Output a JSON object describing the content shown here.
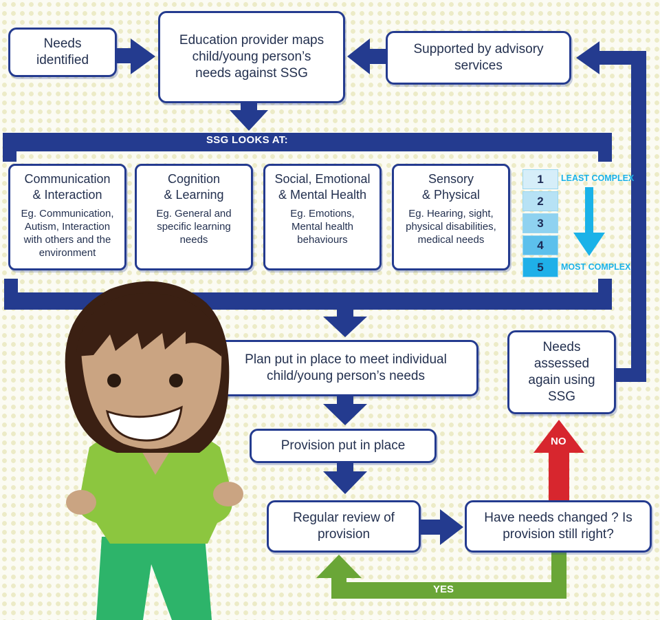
{
  "flow": {
    "needs_identified": "Needs identified",
    "education_provider": "Education provider maps child/young person’s needs against SSG",
    "supported_by": "Supported by advisory services",
    "ssg_looks_at": "SSG LOOKS AT:",
    "plan": "Plan put in place to meet individual child/young person’s needs",
    "provision": "Provision put in place",
    "regular_review": "Regular review of provision",
    "have_needs_changed": "Have needs changed ? Is provision still right?",
    "needs_assessed": "Needs assessed again using SSG",
    "no_label": "NO",
    "yes_label": "YES"
  },
  "categories": [
    {
      "title": "Communication\n& Interaction",
      "desc": "Eg. Communication,\nAutism, Interaction\nwith others and the\nenvironment"
    },
    {
      "title": "Cognition\n& Learning",
      "desc": "Eg. General and\nspecific learning\nneeds"
    },
    {
      "title": "Social, Emotional\n& Mental Health",
      "desc": "Eg. Emotions,\nMental health\nbehaviours"
    },
    {
      "title": "Sensory\n& Physical",
      "desc": "Eg. Hearing, sight,\nphysical disabilities,\nmedical needs"
    }
  ],
  "scale": {
    "levels": [
      "1",
      "2",
      "3",
      "4",
      "5"
    ],
    "least": "LEAST COMPLEX",
    "most": "MOST COMPLEX"
  },
  "colors": {
    "navy": "#243b8f",
    "cyan": "#1ab2e8",
    "no_red": "#d7262e",
    "yes_green": "#6aa637"
  }
}
